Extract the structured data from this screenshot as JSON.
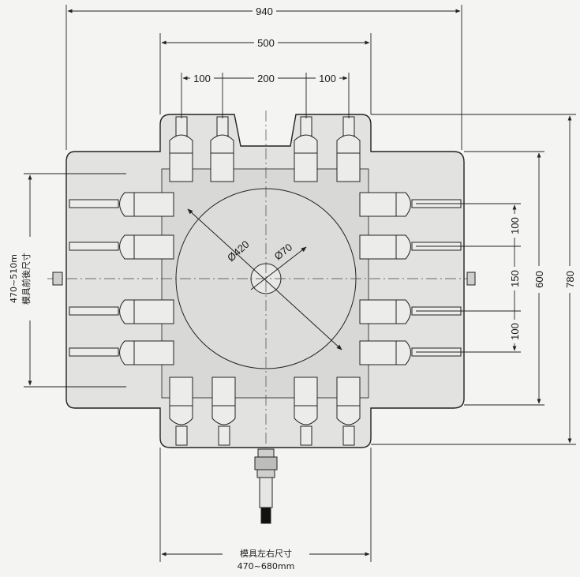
{
  "colors": {
    "background": "#f4f4f2",
    "plate_fill": "#e2e2e0",
    "inner_fill": "#d6d6d4",
    "line": "#222222"
  },
  "dimensions": {
    "overall_width": "940",
    "inner_width": "500",
    "clamp_pitch_left": "100",
    "clamp_gap_center": "200",
    "clamp_pitch_right": "100",
    "overall_height": "780",
    "inner_height": "600",
    "right_pitch_top": "100",
    "right_pitch_mid": "150",
    "right_pitch_bottom": "100",
    "center_circle": "Ø420",
    "center_hole": "Ø70"
  },
  "notes": {
    "left_range": "470~510m",
    "left_caption": "模具前後尺寸",
    "bottom_caption": "模具左右尺寸",
    "bottom_range": "470~680mm"
  },
  "icons": {
    "connector": "hydraulic-fitting-icon",
    "clamp": "clamp-icon"
  }
}
